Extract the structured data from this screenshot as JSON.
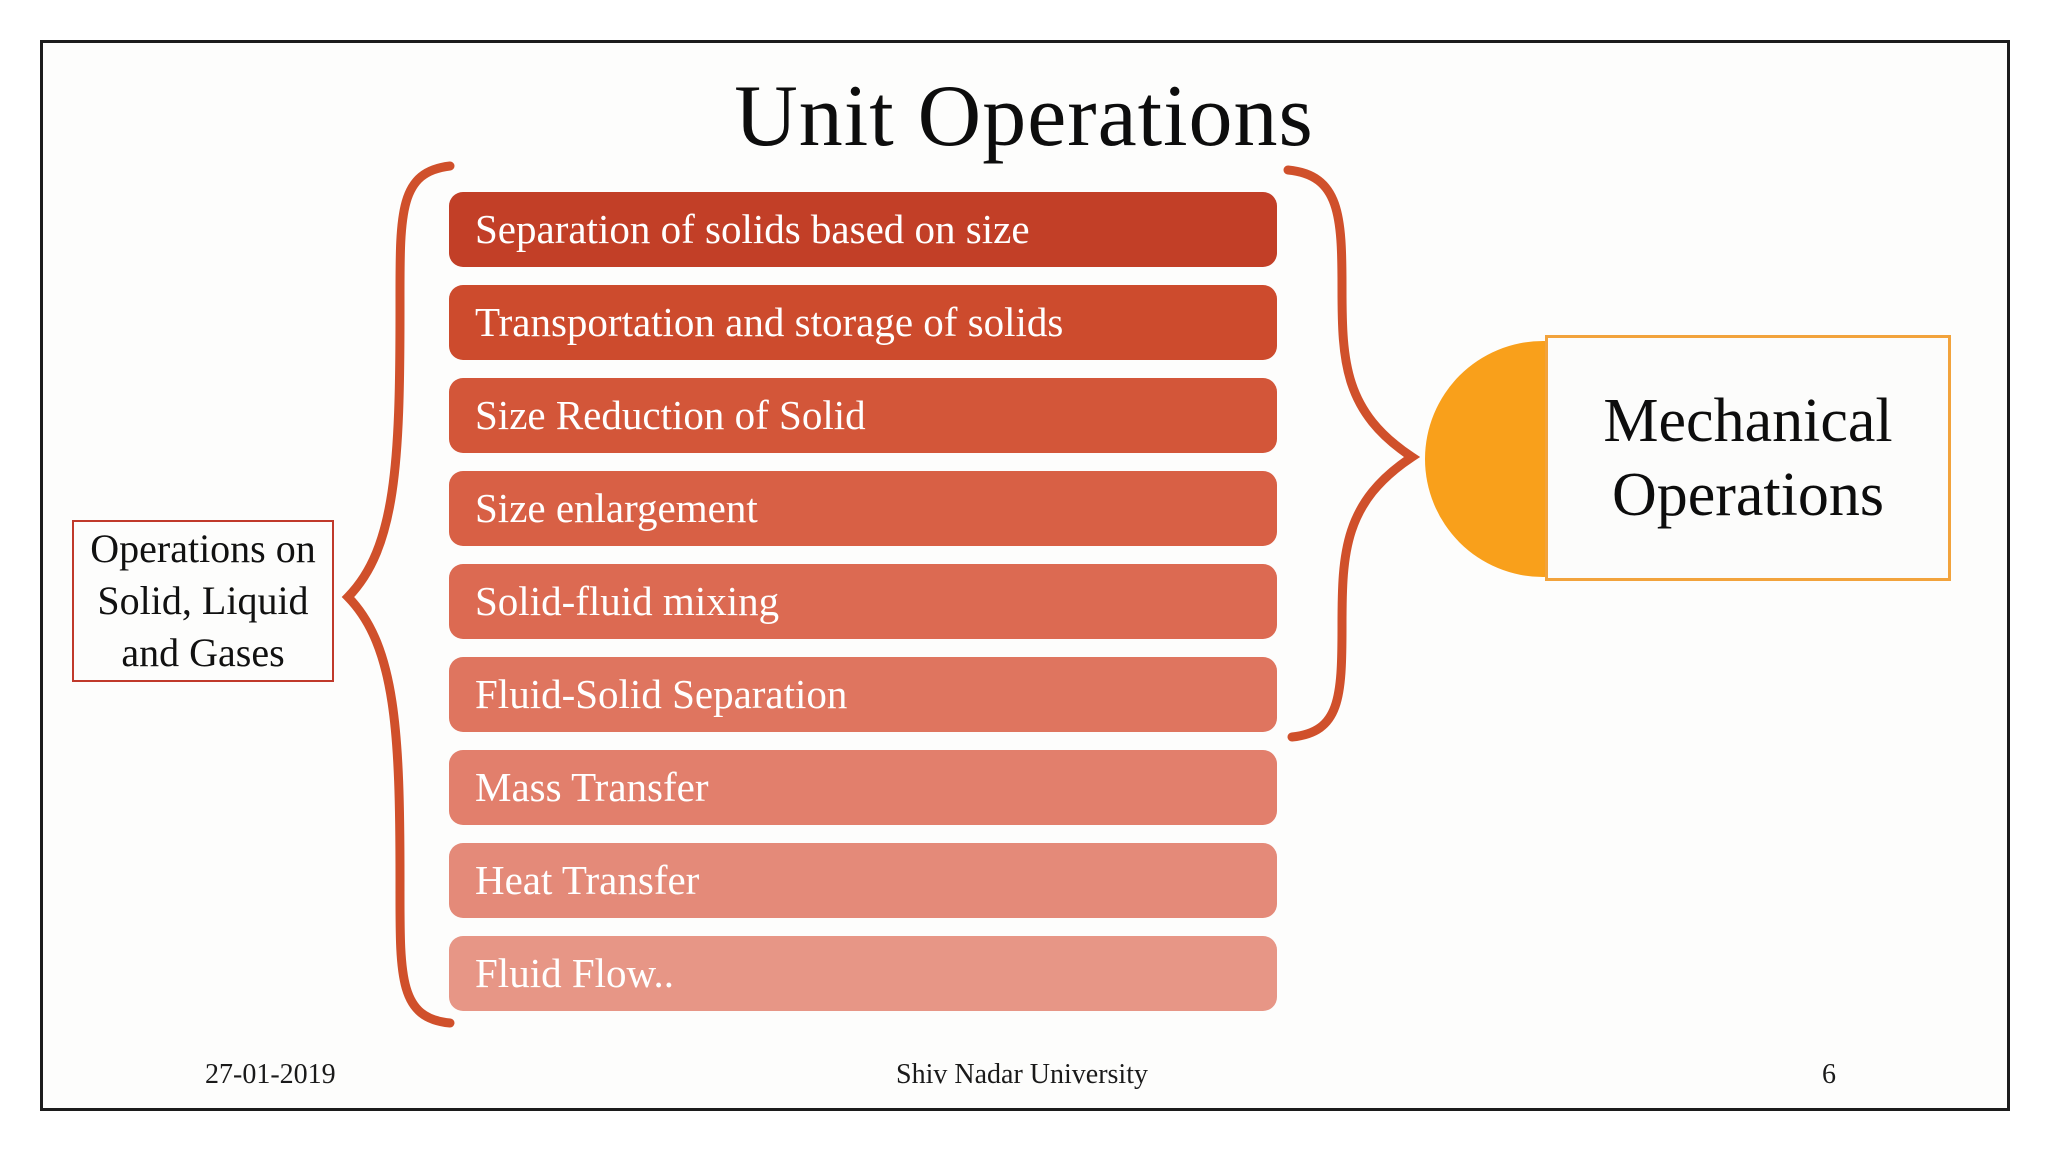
{
  "slide": {
    "title": "Unit Operations",
    "left_label": {
      "lines": [
        "Operations on",
        "Solid, Liquid",
        "and Gases"
      ]
    },
    "operations": [
      {
        "label": "Separation of solids based on size",
        "color": "#c23f27"
      },
      {
        "label": "Transportation and storage of solids",
        "color": "#cd4b2d"
      },
      {
        "label": "Size Reduction of Solid",
        "color": "#d35639"
      },
      {
        "label": "Size enlargement",
        "color": "#d86045"
      },
      {
        "label": "Solid-fluid mixing",
        "color": "#dc6a52"
      },
      {
        "label": "Fluid-Solid Separation",
        "color": "#df755f"
      },
      {
        "label": "Mass Transfer",
        "color": "#e27f6c"
      },
      {
        "label": "Heat Transfer",
        "color": "#e48a79"
      },
      {
        "label": "Fluid Flow..",
        "color": "#e79686"
      }
    ],
    "result_label": {
      "lines": [
        "Mechanical",
        "Operations"
      ]
    },
    "footer": {
      "date": "27-01-2019",
      "institution": "Shiv Nadar University",
      "page_number": "6"
    },
    "colors": {
      "brace": "#d0502b",
      "semicircle": "#f9a01b",
      "result_box_border": "#f2a33c",
      "left_box_border": "#c0392b"
    }
  }
}
